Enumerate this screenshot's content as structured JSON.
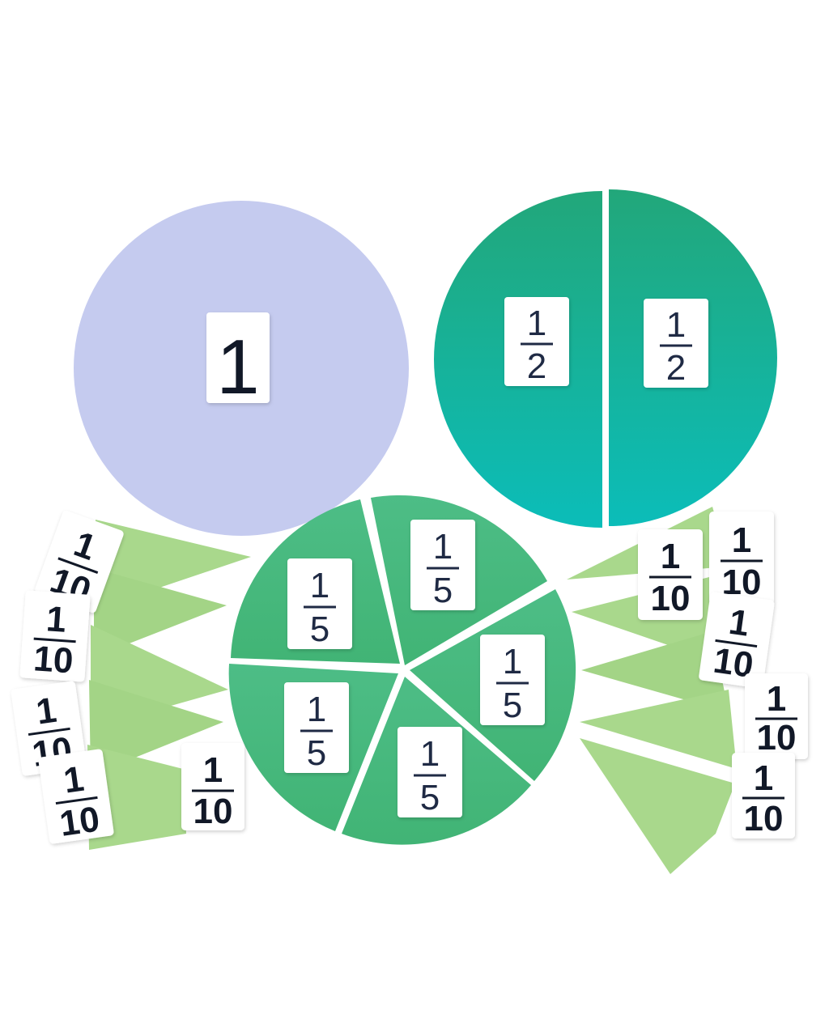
{
  "colors": {
    "whole": "#c5cbef",
    "halves_top": "#22a77a",
    "halves_bottom": "#0bbdb9",
    "fifths_top": "#4dbd86",
    "fifths_bottom": "#41b475",
    "tenths": "#a9d88c",
    "tenths_dark": "#9acf7c",
    "card": "#ffffff",
    "ink": "#111827"
  },
  "whole": {
    "label": {
      "whole": "1"
    }
  },
  "halves": [
    {
      "label": {
        "numerator": "1",
        "denominator": "2"
      }
    },
    {
      "label": {
        "numerator": "1",
        "denominator": "2"
      }
    }
  ],
  "fifths": [
    {
      "label": {
        "numerator": "1",
        "denominator": "5"
      }
    },
    {
      "label": {
        "numerator": "1",
        "denominator": "5"
      }
    },
    {
      "label": {
        "numerator": "1",
        "denominator": "5"
      }
    },
    {
      "label": {
        "numerator": "1",
        "denominator": "5"
      }
    },
    {
      "label": {
        "numerator": "1",
        "denominator": "5"
      }
    }
  ],
  "tenths_left": [
    {
      "label": {
        "numerator": "1",
        "denominator": "10"
      }
    },
    {
      "label": {
        "numerator": "1",
        "denominator": "10"
      }
    },
    {
      "label": {
        "numerator": "1",
        "denominator": "10"
      }
    },
    {
      "label": {
        "numerator": "1",
        "denominator": "10"
      }
    },
    {
      "label": {
        "numerator": "1",
        "denominator": "10"
      }
    }
  ],
  "tenths_right": [
    {
      "label": {
        "numerator": "1",
        "denominator": "10"
      }
    },
    {
      "label": {
        "numerator": "1",
        "denominator": "10"
      }
    },
    {
      "label": {
        "numerator": "1",
        "denominator": "10"
      }
    },
    {
      "label": {
        "numerator": "1",
        "denominator": "10"
      }
    },
    {
      "label": {
        "numerator": "1",
        "denominator": "10"
      }
    }
  ]
}
